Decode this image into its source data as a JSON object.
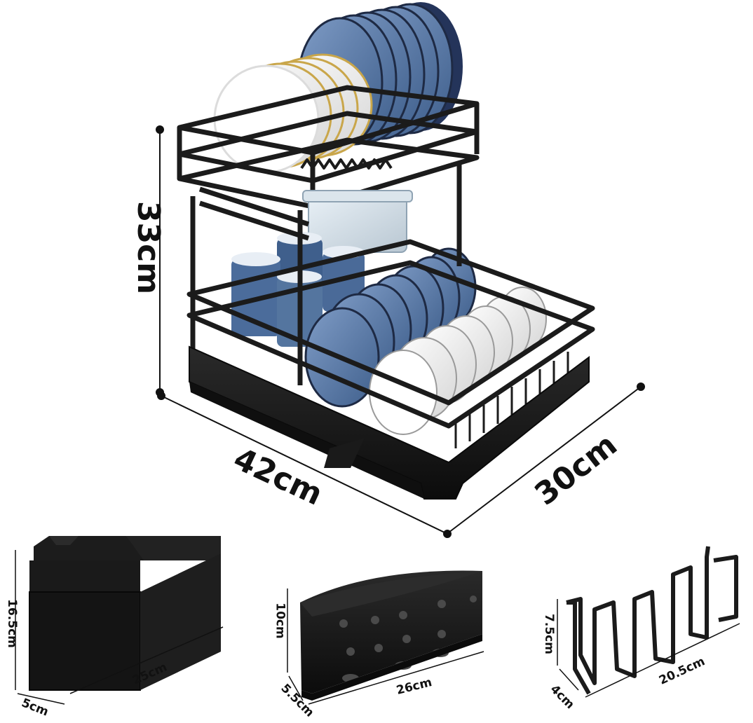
{
  "main_rack": {
    "height_label": "33cm",
    "width_label": "42cm",
    "depth_label": "30cm"
  },
  "knife_holder": {
    "height_label": "16.5cm",
    "width_label": "25cm",
    "depth_label": "5cm"
  },
  "utensil_holder": {
    "height_label": "10cm",
    "width_label": "26cm",
    "depth_label": "5.5cm"
  },
  "cup_rack": {
    "height_label": "7.5cm",
    "width_label": "20.5cm",
    "depth_label": "4cm"
  },
  "colors": {
    "rack_metal": "#1b1b1b",
    "plate_blue": "#5b7aa6",
    "plate_white": "#f2f2f2",
    "gold_rim": "#c9a64a"
  }
}
